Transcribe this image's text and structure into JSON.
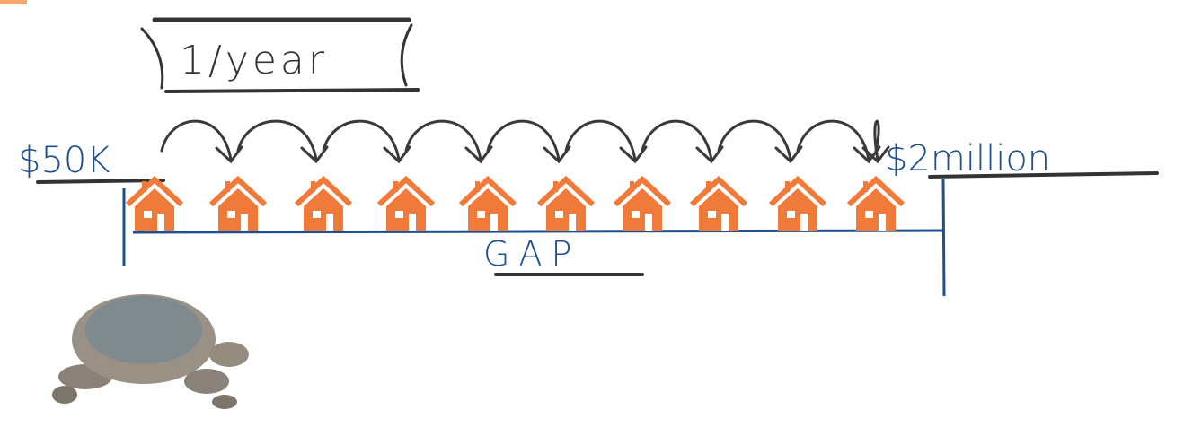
{
  "title": "1/year",
  "start_label": "$50K",
  "end_label": "$2million",
  "gap_label": "GAP",
  "house_count": 10,
  "colors": {
    "house": "#f07a3a",
    "ink_blue": "#1f4f8f",
    "ink_dark": "#3a3a3a",
    "accent_corner": "#f5a66f"
  },
  "icons": {
    "house": "house-icon",
    "tortoise": "tortoise-image",
    "arrow": "curved-arrow-icon"
  }
}
